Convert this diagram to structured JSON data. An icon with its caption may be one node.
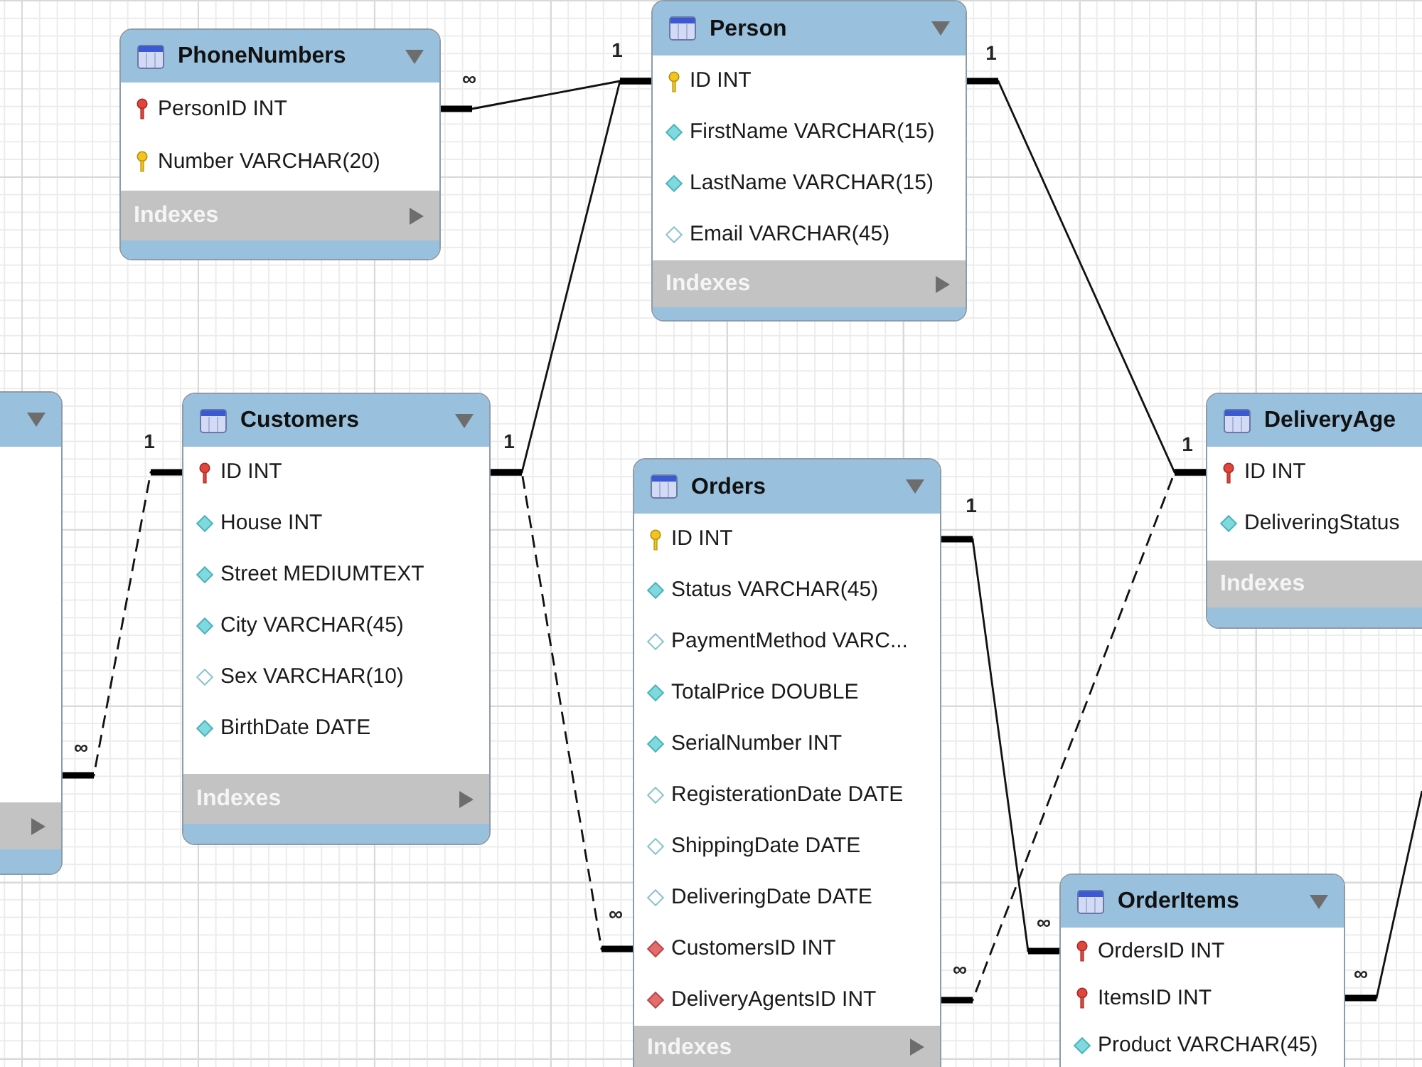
{
  "diagram": {
    "nodes": [
      {
        "text": [
          "PhoneNumbers",
          "PersonID INT",
          "Number VARCHAR(20)",
          "Indexes"
        ]
      },
      {
        "text": [
          "Person",
          "ID INT",
          "FirstName VARCHAR(15)",
          "LastName VARCHAR(15)",
          "Email VARCHAR(45)",
          "Indexes"
        ]
      },
      {
        "text": [],
        "shape": "box"
      },
      {
        "text": [
          "Customers",
          "ID INT",
          "House INT",
          "Street MEDIUMTEXT",
          "City VARCHAR(45)",
          "Sex VARCHAR(10)",
          "BirthDate DATE",
          "Indexes"
        ]
      },
      {
        "text": [
          "Orders",
          "ID INT",
          "Status VARCHAR(45)",
          "PaymentMethod VARC...",
          "TotalPrice DOUBLE",
          "SerialNumber INT",
          "RegisterationDate DATE",
          "ShippingDate DATE",
          "DeliveringDate DATE",
          "CustomersID INT",
          "DeliveryAgentsID INT",
          "Indexes"
        ]
      },
      {
        "text": [
          "DeliveryAge",
          "ID INT",
          "DeliveringStatus",
          "Indexes"
        ]
      },
      {
        "text": [
          "OrderItems",
          "OrdersID INT",
          "ItemsID INT",
          "Product VARCHAR(45)"
        ]
      }
    ],
    "edges": [
      {
        "from": 0,
        "to": 1,
        "arrow": "other"
      },
      {
        "from": 3,
        "to": 1,
        "arrow": "other"
      },
      {
        "from": 5,
        "to": 1,
        "arrow": "other"
      },
      {
        "from": 2,
        "to": 3,
        "arrow": "other",
        "style": "dashed"
      },
      {
        "from": 4,
        "to": 3,
        "arrow": "other",
        "style": "dashed"
      },
      {
        "from": 6,
        "to": 4,
        "arrow": "other"
      },
      {
        "from": 4,
        "to": 5,
        "arrow": "other",
        "style": "dashed"
      },
      {
        "from": 6,
        "to": null,
        "arrow": "other"
      }
    ],
    "labels": [
      "1",
      "1",
      "∞",
      "1",
      "1",
      "1",
      "1",
      "∞",
      "∞",
      "∞",
      "∞",
      "∞"
    ]
  }
}
